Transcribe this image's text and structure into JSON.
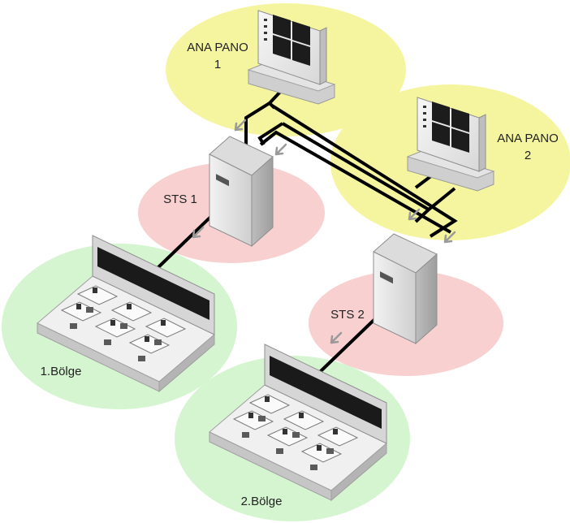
{
  "zones": {
    "panel1": {
      "label_line1": "ANA PANO",
      "label_line2": "1",
      "color": "#F5F5A0"
    },
    "panel2": {
      "label_line1": "ANA PANO",
      "label_line2": "2",
      "color": "#F5F5A0"
    },
    "sts1": {
      "label": "STS 1",
      "color": "#F8D0D0"
    },
    "sts2": {
      "label": "STS 2",
      "color": "#F8D0D0"
    },
    "region1": {
      "label": "1.Bölge",
      "color": "#D5F5D0"
    },
    "region2": {
      "label": "2.Bölge",
      "color": "#D5F5D0"
    }
  },
  "icons": [
    "main-panel-icon",
    "sts-cabinet-icon",
    "classroom-icon",
    "arrow-icon"
  ],
  "colors": {
    "cable": "#000000",
    "arrow": "#9A9A9A",
    "device": "#E6E6E6"
  }
}
